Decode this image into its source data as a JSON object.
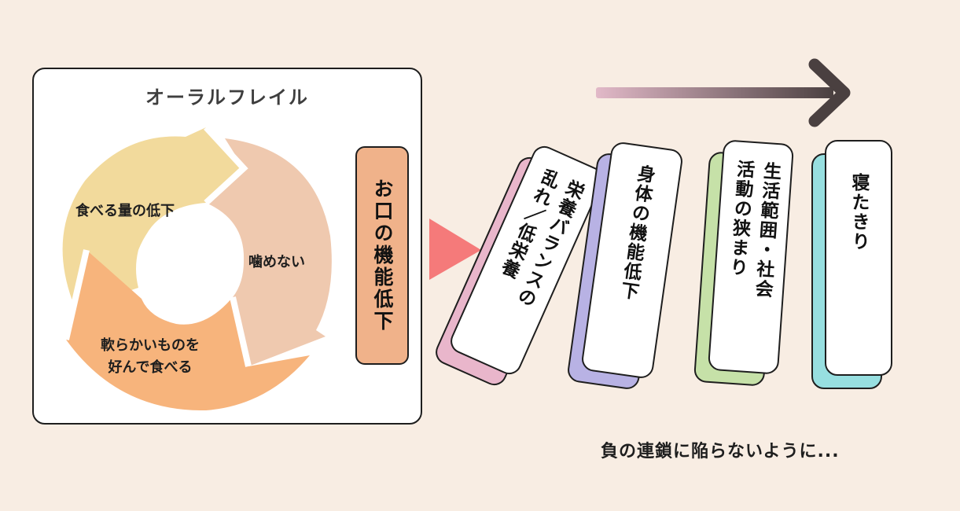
{
  "oral_frailty": {
    "title": "オーラルフレイル",
    "cycle": [
      {
        "label": "食べる量の低下",
        "color": "#f2da9c"
      },
      {
        "label": "噛めない",
        "color": "#efc9af"
      },
      {
        "label_lines": [
          "軟らかいものを",
          "好んで食べる"
        ],
        "color": "#f7b47c"
      }
    ]
  },
  "oral_function_decline": "お口の機能低下",
  "triangle_color": "#f57a7a",
  "chain_cards": [
    {
      "lines": [
        "栄養バランスの",
        "乱れ／低栄養"
      ],
      "back_color": "#e9b6cb"
    },
    {
      "lines": [
        "身体の機能低下"
      ],
      "back_color": "#b8b2e4"
    },
    {
      "lines": [
        "生活範囲・社会",
        "活動の狭まり"
      ],
      "back_color": "#c6e1a8"
    },
    {
      "lines": [
        "寝たきり"
      ],
      "back_color": "#97dfe0"
    }
  ],
  "arrow_colors": [
    "#e2b9c8",
    "#4a4040"
  ],
  "footer": "負の連鎖に陥らないように..."
}
